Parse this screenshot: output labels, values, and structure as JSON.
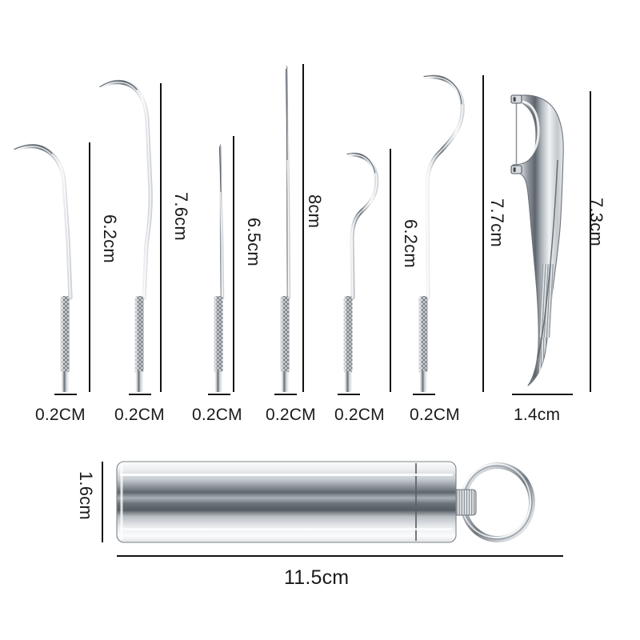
{
  "product": {
    "title": "Stainless Steel Dental Tool Kit Dimensions",
    "background_color": "#ffffff",
    "line_color": "#111111",
    "metal_color": "#c9ced3"
  },
  "tools": [
    {
      "id": "tool-1",
      "name": "angled-sickle-probe",
      "length_label": "",
      "width_label": "0.2CM"
    },
    {
      "id": "tool-2",
      "name": "bent-hook-probe",
      "length_label": "6.2cm",
      "width_label": "0.2CM"
    },
    {
      "id": "tool-3",
      "name": "straight-needle-probe",
      "length_label": "7.6cm",
      "width_label": "0.2CM"
    },
    {
      "id": "tool-4",
      "name": "long-straight-needle-probe",
      "length_label": "6.5cm",
      "width_label": "0.2CM"
    },
    {
      "id": "tool-5",
      "name": "tall-straight-needle-probe",
      "length_label": "8cm",
      "width_label": "0.2CM"
    },
    {
      "id": "tool-6",
      "name": "small-s-curve-scaler",
      "length_label": "6.2cm",
      "width_label": "0.2CM"
    },
    {
      "id": "tool-7",
      "name": "large-s-curve-scaler",
      "length_label": "7.7cm",
      "width_label": "0.2CM"
    },
    {
      "id": "tool-8",
      "name": "floss-pick-holder",
      "length_label": "7.3cm",
      "width_label": "1.4cm"
    }
  ],
  "case": {
    "name": "metal-storage-canister",
    "height_label": "1.6cm",
    "length_label": "11.5cm",
    "keyring_label": ""
  },
  "labels": {
    "width_02": "0.2CM",
    "len_62_a": "6.2cm",
    "len_76": "7.6cm",
    "len_65": "6.5cm",
    "len_8": "8cm",
    "len_62_b": "6.2cm",
    "len_77": "7.7cm",
    "len_73": "7.3cm",
    "width_14": "1.4cm",
    "case_height": "1.6cm",
    "case_length": "11.5cm"
  }
}
